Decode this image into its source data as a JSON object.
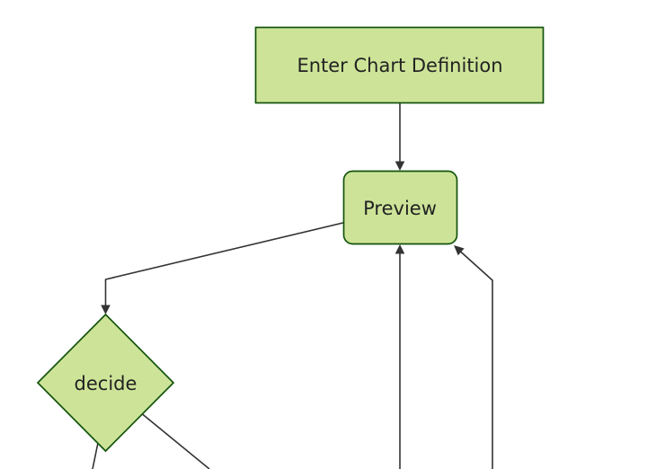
{
  "colors": {
    "background": "#ffffff",
    "node-fill": "#cde498",
    "node-border": "#13540c",
    "edge-color": "#333333",
    "text-color": "#222222"
  },
  "diagram": {
    "type": "flowchart",
    "direction": "top-down",
    "nodes": [
      {
        "id": "enter-chart-definition",
        "label": "Enter Chart Definition",
        "shape": "rectangle"
      },
      {
        "id": "preview",
        "label": "Preview",
        "shape": "rounded-rectangle"
      },
      {
        "id": "decide",
        "label": "decide",
        "shape": "diamond"
      }
    ],
    "edges": [
      {
        "from": "enter-chart-definition",
        "to": "preview",
        "arrowhead": true
      },
      {
        "from": "preview",
        "to": "decide",
        "arrowhead": true
      },
      {
        "from": "offscreen-bottom",
        "to": "preview",
        "arrowhead": true
      },
      {
        "from": "offscreen-bottom-right",
        "to": "preview",
        "arrowhead": true
      },
      {
        "from": "decide",
        "to": "offscreen-bottom-left",
        "arrowhead": false
      },
      {
        "from": "decide",
        "to": "offscreen-bottom-right",
        "arrowhead": false
      }
    ]
  }
}
